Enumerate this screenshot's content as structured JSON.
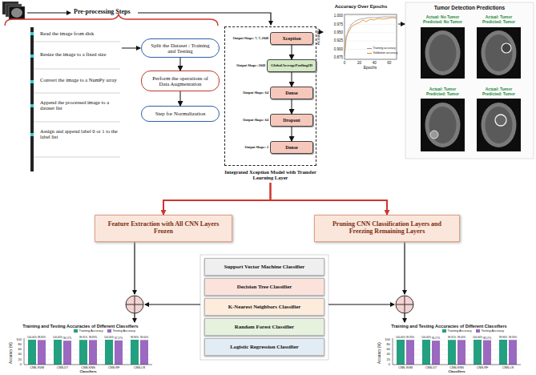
{
  "diagram": {
    "nodes": [
      {
        "text": [
          "Split the Dataset : Training and Testing"
        ]
      },
      {
        "text": [
          "Perform the operations of Data Augmentation"
        ]
      },
      {
        "text": [
          "Step for Normalization"
        ]
      },
      {
        "text": [
          "Integrated Xception Model with Transfer Learning Layer"
        ]
      },
      {
        "text": [
          "Xception",
          "Output Shape: 7, 7, 2048"
        ],
        "in": 3
      },
      {
        "text": [
          "GlobalAveragePooling2D",
          "Output Shape: 2048"
        ],
        "in": 3
      },
      {
        "text": [
          "Dense",
          "Output Shape: 64"
        ],
        "in": 3
      },
      {
        "text": [
          "Dropout",
          "Output Shape: 64"
        ],
        "in": 3
      },
      {
        "text": [
          "Dense",
          "Output Shape: 2"
        ],
        "in": 3
      },
      {
        "text": [
          "Feature Extraction with All CNN Layers Frozen"
        ]
      },
      {
        "text": [
          "Pruning CNN Classification Layers and Freezing Remaining Layers"
        ]
      },
      {
        "text": [
          "Support Vector Machine Classifier"
        ]
      },
      {
        "text": [
          "Decision Tree Classifier"
        ]
      },
      {
        "text": [
          "K-Nearest Neighbors Classifier"
        ]
      },
      {
        "text": [
          "Random Forest Classifier"
        ]
      },
      {
        "text": [
          "Logistic Regression Classifier"
        ]
      }
    ],
    "edges": [
      {
        "from": 0,
        "to": 1,
        "arrow": "to"
      },
      {
        "from": 1,
        "to": 2,
        "arrow": "to"
      },
      {
        "from": 4,
        "to": 5,
        "arrow": "to"
      },
      {
        "from": 5,
        "to": 6,
        "arrow": "to"
      },
      {
        "from": 6,
        "to": 7,
        "arrow": "to"
      },
      {
        "from": 7,
        "to": 8,
        "arrow": "to"
      },
      {
        "from": 3,
        "to": 9,
        "arrow": "to"
      },
      {
        "from": 3,
        "to": 10,
        "arrow": "to"
      }
    ],
    "labels": [
      "Pre-processing Steps",
      "Read the image from disk",
      "Resize the image to a fixed size",
      "Convert the image to a NumPy array",
      "Append the processed image to a dataset list",
      "Assign and append label 0 or 1 to the label list",
      "Accuracy Over Epochs",
      "1.000",
      "0.975",
      "0.950",
      "0.925",
      "0.900",
      "0.875",
      "0",
      "20",
      "40",
      "60",
      "Epochs",
      "Accuracy",
      "Tumor Detection Predictions",
      "Actual: No Tumor",
      "Predicted: No Tumor",
      "Actual: Tumor",
      "Predicted: Tumor",
      "Actual: Tumor",
      "Predicted: Tumor",
      "Actual: Tumor",
      "Predicted: Tumor",
      "Training and Testing Accuracies of Different Classifiers",
      "100",
      "80",
      "60",
      "40",
      "20",
      "0",
      "Accuracy (%)",
      "CNN-SVM",
      "CNN-DT",
      "CNN-KNN",
      "CNN-RF",
      "CNN-LR",
      "Classifiers",
      "100.00%",
      "98.83%",
      "100.00%",
      "96.17%",
      "99.31%",
      "98.83%",
      "100.00%",
      "97.17%",
      "99.96%",
      "99.00%",
      "Training and Testing Accuracies of Different Classifiers",
      "100",
      "80",
      "60",
      "40",
      "20",
      "0",
      "Accuracy (%)",
      "CNN-SVM",
      "CNN-DT",
      "CNN-KNN",
      "CNN-RF",
      "CNN-LR",
      "Classifiers",
      "100.00%",
      "99.33%",
      "100.00%",
      "96.17%",
      "99.31%",
      "99.00%",
      "100.00%",
      "98.17%",
      "99.96%",
      "99.33%"
    ],
    "legend": [
      {
        "text": "Training accuracy"
      },
      {
        "text": "Validation accuracy"
      },
      {
        "text": "Training Accuracy",
        "color": "#23a07f"
      },
      {
        "text": "Testing Accuracy",
        "color": "#9b69c0"
      },
      {
        "text": "Training Accuracy",
        "color": "#23a07f"
      },
      {
        "text": "Testing Accuracy",
        "color": "#9b69c0"
      }
    ]
  }
}
